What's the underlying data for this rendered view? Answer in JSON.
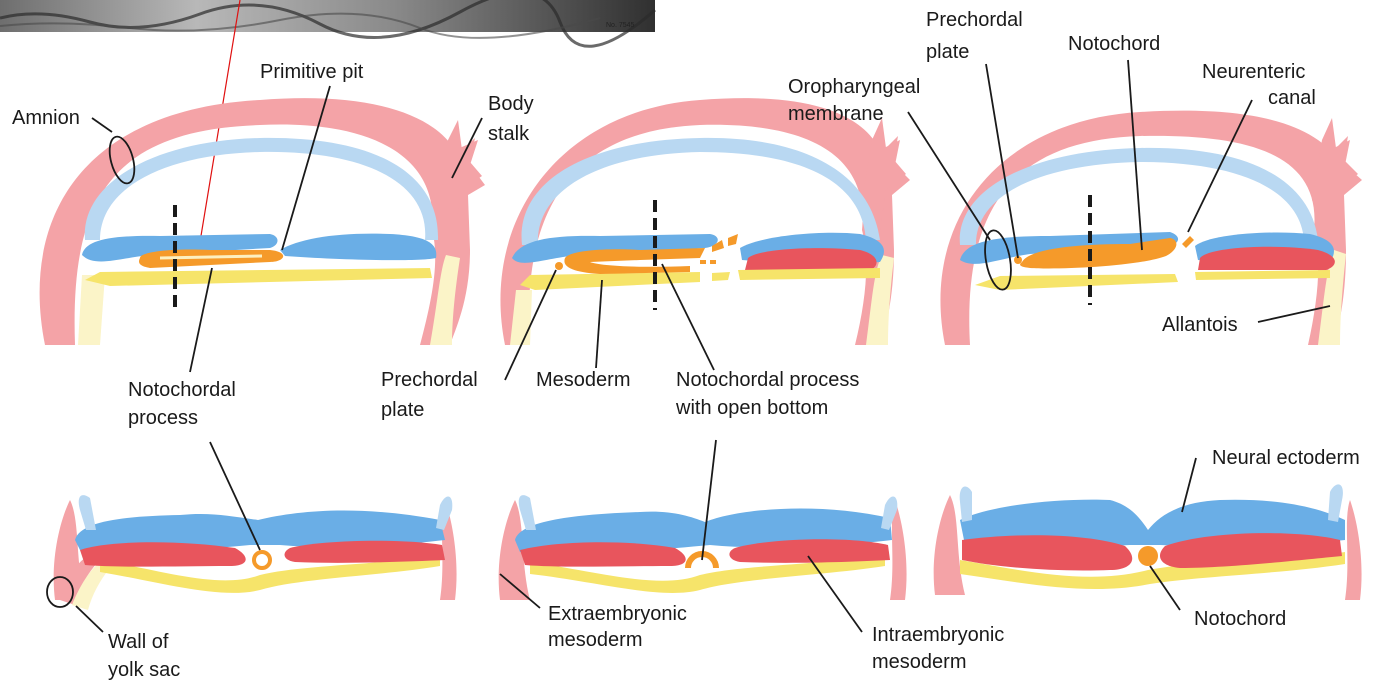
{
  "colors": {
    "amnion_wall": "#f4a3a7",
    "amnion_inner": "#b9d8f2",
    "ectoderm": "#6aaee6",
    "endoderm": "#f6e46a",
    "notochord": "#f59a2a",
    "mesoderm": "#e8555d",
    "allantois": "#fbf4c8",
    "pointer": "#e01010"
  },
  "photo_caption": "No. 7545",
  "labels": {
    "primitive_pit": "Primitive pit",
    "amnion": "Amnion",
    "body_stalk_1": "Body",
    "body_stalk_2": "stalk",
    "notochordal_process_1": "Notochordal",
    "notochordal_process_2": "process",
    "prechordal_plate_mid_1": "Prechordal",
    "prechordal_plate_mid_2": "plate",
    "mesoderm": "Mesoderm",
    "notochordal_open_1": "Notochordal process",
    "notochordal_open_2": "with open bottom",
    "prechordal_plate_top_1": "Prechordal",
    "prechordal_plate_top_2": "plate",
    "oropharyngeal_1": "Oropharyngeal",
    "oropharyngeal_2": "membrane",
    "notochord_top": "Notochord",
    "neurenteric_1": "Neurenteric",
    "neurenteric_2": "canal",
    "allantois": "Allantois",
    "neural_ectoderm": "Neural ectoderm",
    "wall_yolk_1": "Wall of",
    "wall_yolk_2": "yolk sac",
    "extraembryonic_1": "Extraembryonic",
    "extraembryonic_2": "mesoderm",
    "intraembryonic_1": "Intraembryonic",
    "intraembryonic_2": "mesoderm",
    "notochord_bottom": "Notochord"
  }
}
